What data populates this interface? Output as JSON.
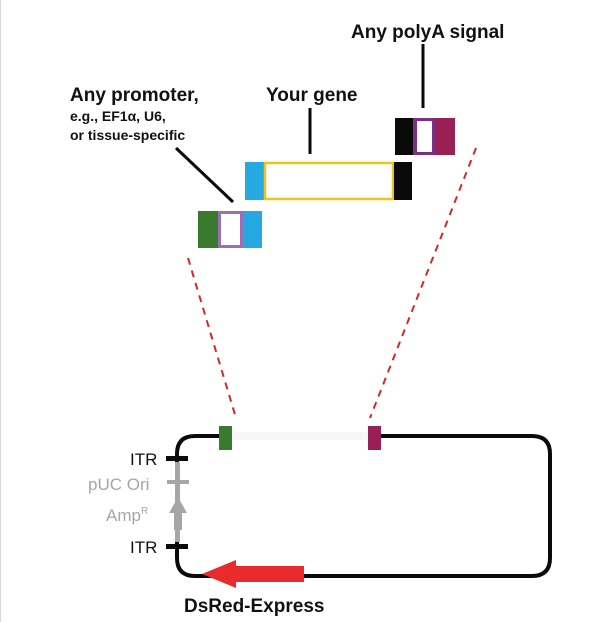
{
  "labels": {
    "promoter_line1": "Any promoter,",
    "promoter_line2": "e.g., EF1α, U6,",
    "promoter_line3": "or tissue-specific",
    "gene": "Your gene",
    "polya": "Any polyA signal",
    "itr_top": "ITR",
    "puc_ori": "pUC Ori",
    "amp": "Amp",
    "amp_superscript": "R",
    "itr_bottom": "ITR",
    "reporter": "DsRed-Express"
  },
  "colors": {
    "promoter_green": "#3a7a2e",
    "promoter_blue": "#25a9e0",
    "outline_purple": "#9b6fb5",
    "gene_outline": "#f2c21b",
    "black": "#0a0a0a",
    "polya_maroon": "#9a1f55",
    "polya_purple": "#7b2f82",
    "dashed_red": "#d9252a",
    "reporter_red": "#ea2b2b",
    "backbone_grey": "#a6a6a6"
  }
}
